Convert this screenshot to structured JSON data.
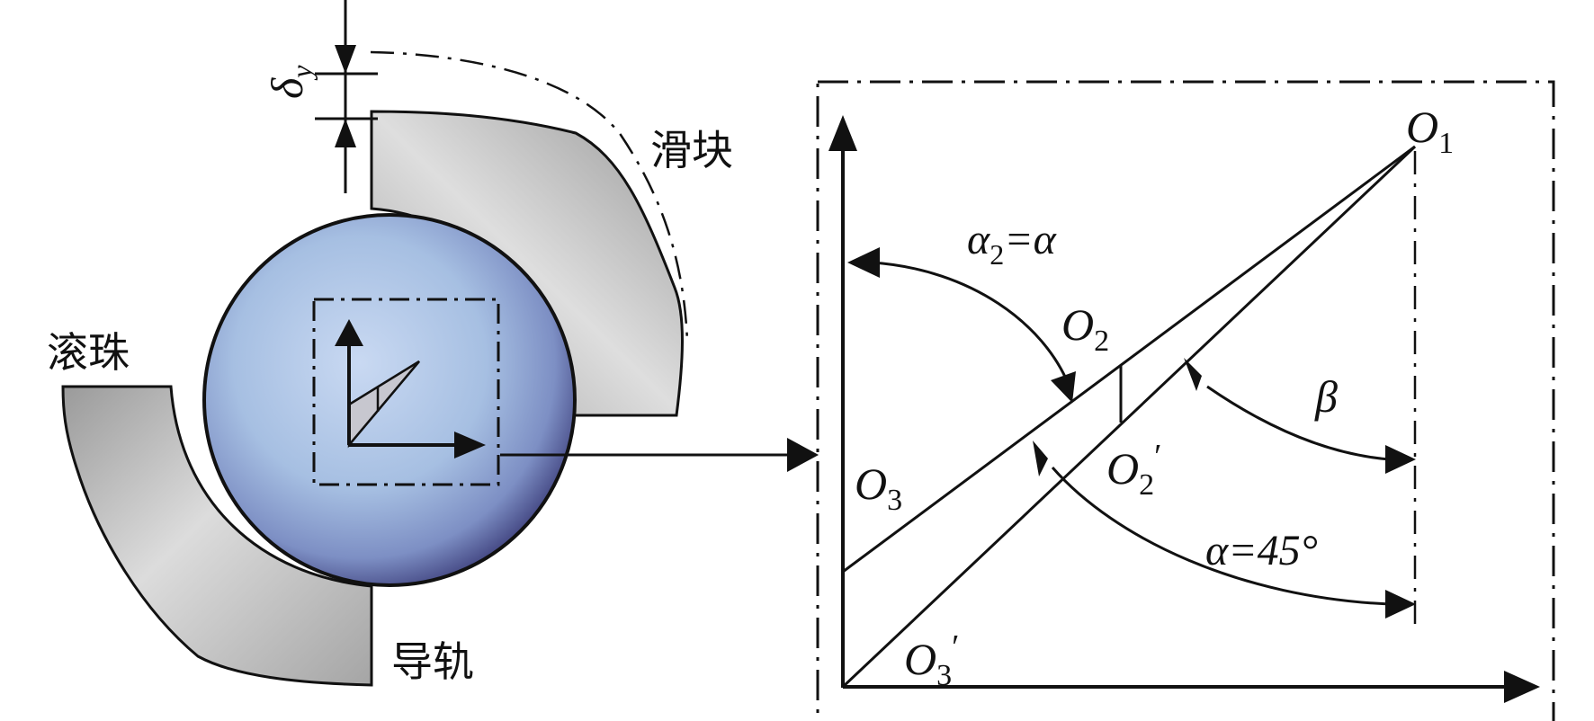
{
  "diagram": {
    "labels": {
      "slider": "滑块",
      "ball": "滚珠",
      "rail": "导轨",
      "delta": "δ",
      "delta_sub": "y",
      "O1": "O",
      "O1_sub": "1",
      "O2": "O",
      "O2_sub": "2",
      "O2p": "O",
      "O2p_sub": "2",
      "O3": "O",
      "O3_sub": "3",
      "O3p": "O",
      "O3p_sub": "3",
      "prime": "′",
      "alpha2_eq": "α",
      "alpha2_sub": "2",
      "alpha2_rhs": "=α",
      "alpha_45": "α=45°",
      "beta": "β"
    },
    "colors": {
      "stroke": "#111111",
      "part_fill": "#b9b9b9",
      "ball_fill": "#a8c0e0",
      "ball_edge": "#3a3f74"
    }
  }
}
